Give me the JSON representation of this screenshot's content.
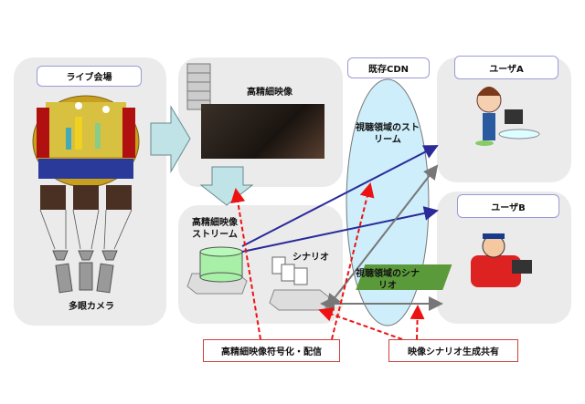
{
  "venue": {
    "label": "ライブ会場",
    "cameras_label": "多眼カメラ"
  },
  "hd_video": {
    "label": "高精細映像"
  },
  "hd_stream": {
    "label_line1": "高精細映像",
    "label_line2": "ストリーム"
  },
  "scenario": {
    "label": "シナリオ"
  },
  "cdn": {
    "label": "既存CDN",
    "stream_text": "視聴領域のストリーム",
    "scenario_text": "視聴領域のシナリオ"
  },
  "users": [
    {
      "label": "ユーザA"
    },
    {
      "label": "ユーザB"
    }
  ],
  "callouts": {
    "encode": "高精細映像符号化・配信",
    "share": "映像シナリオ生成共有"
  },
  "colors": {
    "panel": "#ebebeb",
    "cdn": "#cdeefa",
    "arrow_big": "#bfe3e6",
    "blue_line": "#2a2a9a",
    "gray_line": "#777777",
    "red_dash": "#ee1111",
    "db": "#a8f0a8"
  }
}
